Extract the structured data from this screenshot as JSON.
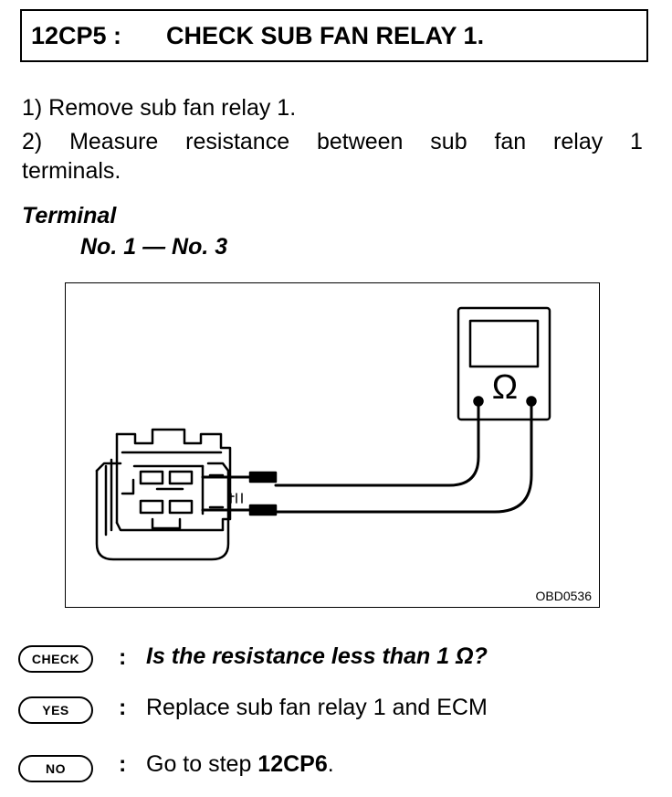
{
  "header": {
    "step_id": "12CP5 :",
    "step_title": "CHECK SUB FAN RELAY 1."
  },
  "instructions": {
    "line1": "1)  Remove sub fan relay 1.",
    "line2_words": [
      "2)",
      "Measure",
      "resistance",
      "between",
      "sub",
      "fan",
      "relay",
      "1"
    ],
    "line3": "terminals."
  },
  "terminal": {
    "heading": "Terminal",
    "value": "No. 1 — No. 3"
  },
  "figure": {
    "meter_symbol": "Ω",
    "code": "OBD0536"
  },
  "results": {
    "check": {
      "badge": "CHECK",
      "colon": ":",
      "text": "Is the resistance less than 1 Ω?"
    },
    "yes": {
      "badge": "YES",
      "colon": ":",
      "text": "Replace sub fan relay 1 and ECM"
    },
    "no": {
      "badge": "NO",
      "colon": ":",
      "text_prefix": "Go to step ",
      "text_step": "12CP6",
      "text_suffix": "."
    }
  }
}
